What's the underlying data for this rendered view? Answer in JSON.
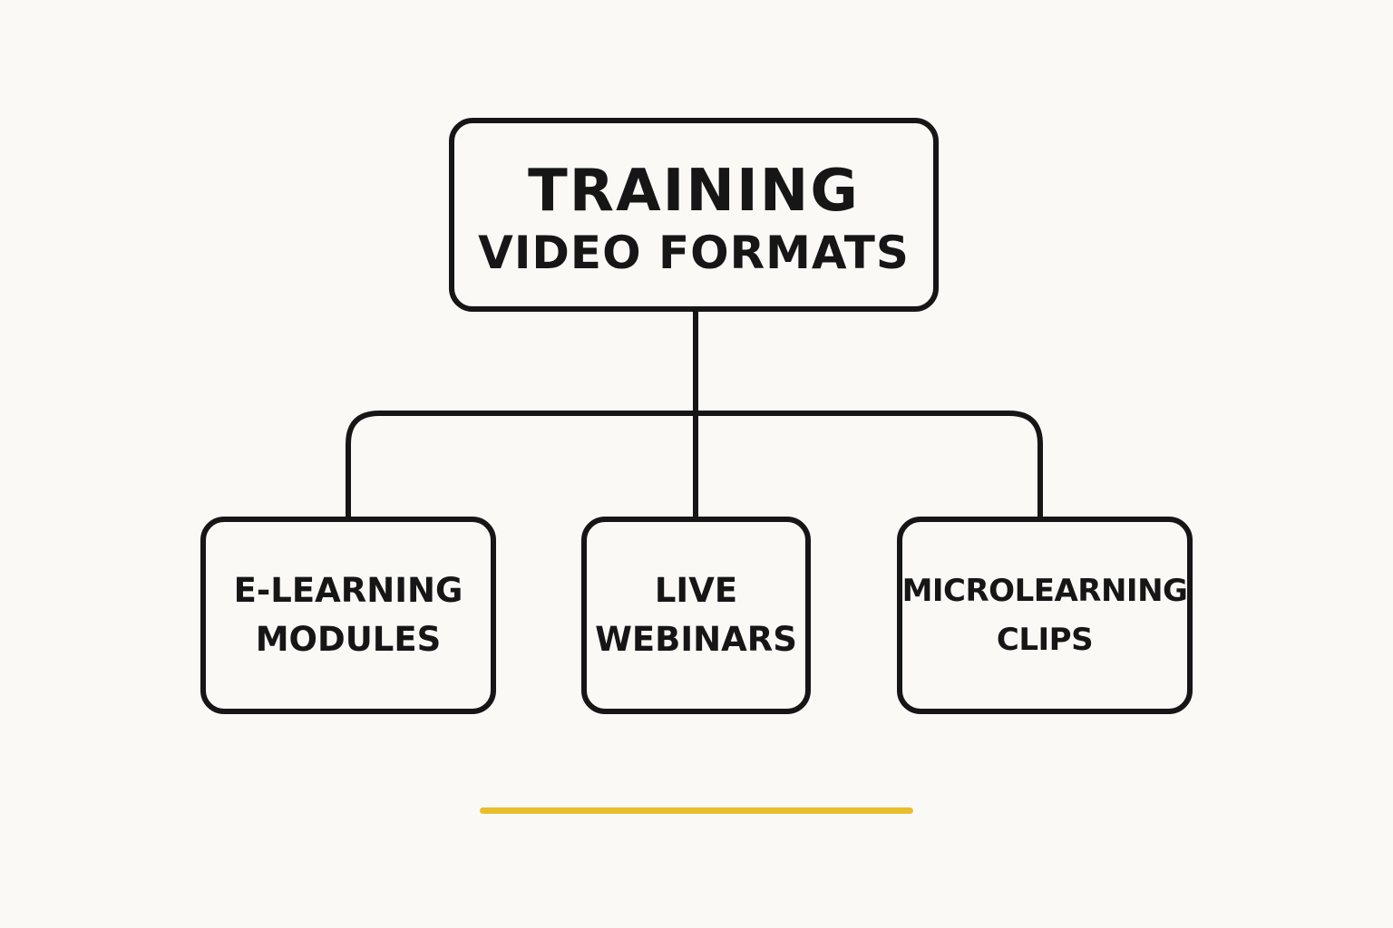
{
  "root": {
    "line1": "TRAINING",
    "line2": "VIDEO FORMATS"
  },
  "children": [
    {
      "line1": "E-LEARNING",
      "line2": "MODULES"
    },
    {
      "line1": "LIVE",
      "line2": "WEBINARS"
    },
    {
      "line1": "MICROLEARNING",
      "line2": "CLIPS"
    }
  ],
  "colors": {
    "background": "#faf9f6",
    "stroke": "#161616",
    "accent": "#e8be2e"
  }
}
